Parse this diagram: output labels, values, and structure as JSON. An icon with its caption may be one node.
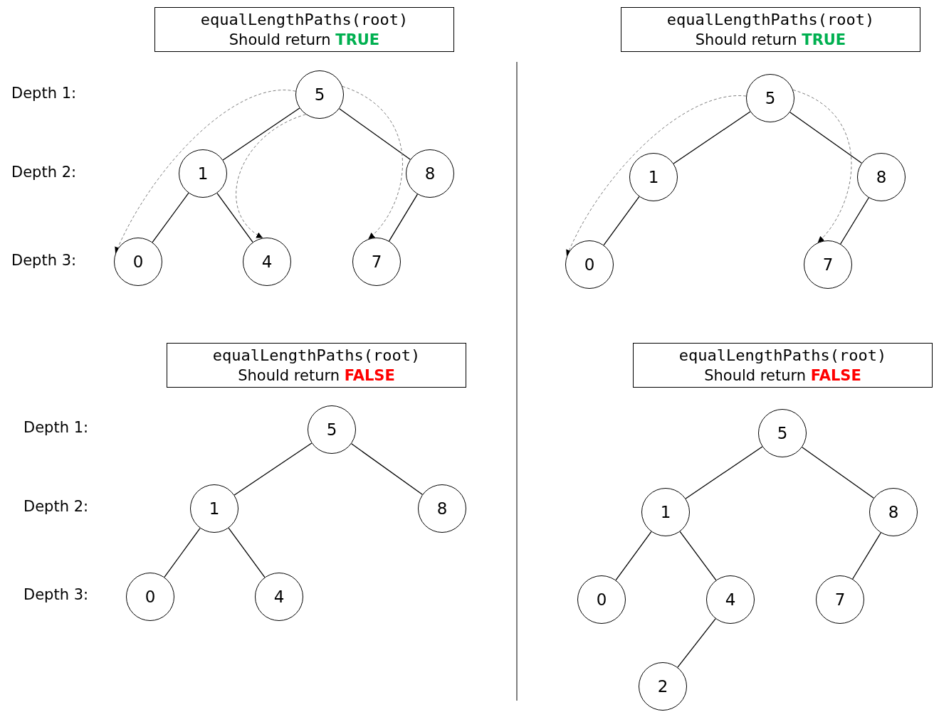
{
  "diagram": {
    "nodes": [
      {
        "text": [
          "equalLengthPaths(root)",
          "Should return **TRUE**"
        ]
      },
      {
        "text": [
          "5"
        ]
      },
      {
        "text": [
          "1"
        ]
      },
      {
        "text": [
          "8"
        ]
      },
      {
        "text": [
          "0"
        ]
      },
      {
        "text": [
          "4"
        ]
      },
      {
        "text": [
          "7"
        ]
      },
      {
        "text": [
          "equalLengthPaths(root)",
          "Should return **TRUE**"
        ]
      },
      {
        "text": [
          "5"
        ]
      },
      {
        "text": [
          "1"
        ]
      },
      {
        "text": [
          "8"
        ]
      },
      {
        "text": [
          "0"
        ]
      },
      {
        "text": [
          "7"
        ]
      },
      {
        "text": [
          "equalLengthPaths(root)",
          "Should return **FALSE**"
        ]
      },
      {
        "text": [
          "5"
        ]
      },
      {
        "text": [
          "1"
        ]
      },
      {
        "text": [
          "8"
        ]
      },
      {
        "text": [
          "0"
        ]
      },
      {
        "text": [
          "4"
        ]
      },
      {
        "text": [
          "equalLengthPaths(root)",
          "Should return **FALSE**"
        ]
      },
      {
        "text": [
          "5"
        ]
      },
      {
        "text": [
          "1"
        ]
      },
      {
        "text": [
          "8"
        ]
      },
      {
        "text": [
          "0"
        ]
      },
      {
        "text": [
          "4"
        ]
      },
      {
        "text": [
          "7"
        ]
      },
      {
        "text": [
          "2"
        ]
      }
    ],
    "edges": [
      {
        "from": 1,
        "to": 2,
        "arrow": "none"
      },
      {
        "from": 1,
        "to": 3,
        "arrow": "none"
      },
      {
        "from": 2,
        "to": 4,
        "arrow": "none"
      },
      {
        "from": 2,
        "to": 5,
        "arrow": "none"
      },
      {
        "from": 3,
        "to": 6,
        "arrow": "none"
      },
      {
        "from": 1,
        "to": 4,
        "arrow": "to",
        "style": "dashed",
        "color": "#808080"
      },
      {
        "from": 1,
        "to": 5,
        "arrow": "to",
        "style": "dashed",
        "color": "#808080"
      },
      {
        "from": 1,
        "to": 6,
        "arrow": "to",
        "style": "dashed",
        "color": "#808080"
      },
      {
        "from": 8,
        "to": 9,
        "arrow": "none"
      },
      {
        "from": 8,
        "to": 10,
        "arrow": "none"
      },
      {
        "from": 9,
        "to": 11,
        "arrow": "none"
      },
      {
        "from": 10,
        "to": 12,
        "arrow": "none"
      },
      {
        "from": 8,
        "to": 11,
        "arrow": "to",
        "style": "dashed",
        "color": "#808080"
      },
      {
        "from": 8,
        "to": 12,
        "arrow": "to",
        "style": "dashed",
        "color": "#808080"
      },
      {
        "from": 14,
        "to": 15,
        "arrow": "none"
      },
      {
        "from": 14,
        "to": 16,
        "arrow": "none"
      },
      {
        "from": 15,
        "to": 17,
        "arrow": "none"
      },
      {
        "from": 15,
        "to": 18,
        "arrow": "none"
      },
      {
        "from": 20,
        "to": 21,
        "arrow": "none"
      },
      {
        "from": 20,
        "to": 22,
        "arrow": "none"
      },
      {
        "from": 21,
        "to": 23,
        "arrow": "none"
      },
      {
        "from": 21,
        "to": 24,
        "arrow": "none"
      },
      {
        "from": 22,
        "to": 25,
        "arrow": "none"
      },
      {
        "from": 24,
        "to": 26,
        "arrow": "none"
      }
    ],
    "labels": [
      "Depth 1:",
      "Depth 2:",
      "Depth 3:",
      "Depth 1:",
      "Depth 2:",
      "Depth 3:"
    ]
  }
}
